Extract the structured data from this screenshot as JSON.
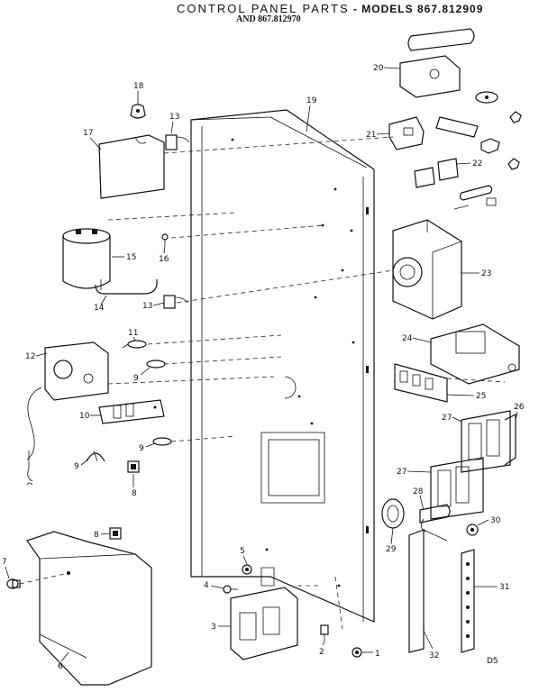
{
  "header": {
    "title": "CONTROL PANEL PARTS",
    "models_prefix": " - MODELS 867.812909",
    "subtitle": "AND 867.812970"
  },
  "callouts": [
    "1",
    "2",
    "3",
    "4",
    "5",
    "6",
    "7",
    "8",
    "8",
    "9",
    "9",
    "9",
    "10",
    "11",
    "12",
    "13",
    "13",
    "14",
    "15",
    "16",
    "17",
    "18",
    "19",
    "20",
    "21",
    "22",
    "23",
    "24",
    "25",
    "26",
    "27",
    "27",
    "28",
    "29",
    "30",
    "31",
    "32"
  ],
  "code": "D5"
}
